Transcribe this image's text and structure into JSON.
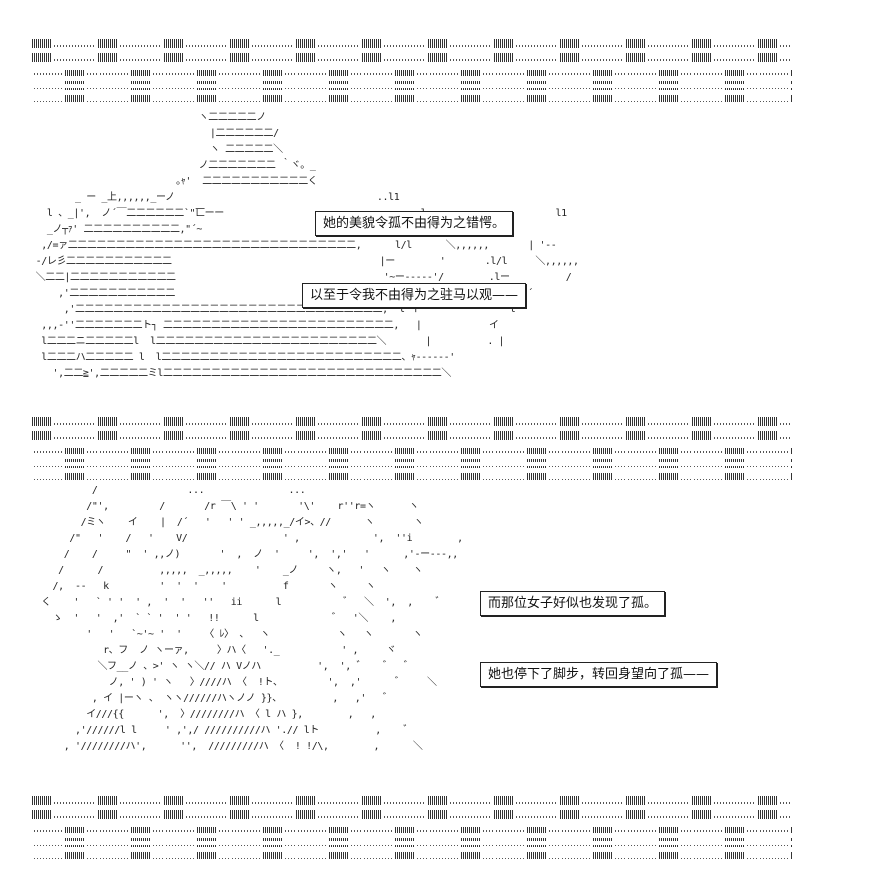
{
  "captions": {
    "c1": "她的美貌令孤不由得为之错愕。",
    "c2": "以至于令我不由得为之驻马以观——",
    "c3": "而那位女子好似也发现了孤。",
    "c4": "她也停下了脚步，转回身望向了孤——"
  },
  "art": {
    "ship": "                              ヽ二二二二二ノ\n                                |二二二二二二/\n                                ヽ 二二二二二＼\n                              ノ二二二二二二二 ｀ヾ。_\n                          ｡ｬ'  二二二二二二二二二二二く\n        _ ー _上,,,,,,_ーノ                                    ..l1\n   l 、_|',  ノ´￣二二二二二二`\"匸ーー                                 .:l                       l1\n   _ノ┬ｧ' 二二二二二二二二二二,\"´~                           | '--                  .l\n  ,/=ァ二二二二二二二二二二二二二二二二二二二二二二二二二二二二二二,      l/l      ＼,,,,,,       | '--\n -/レ彡二二二二二二二二二二二                                     |ー        '       .l/l     ＼,,,,,,\n ＼二二|二二二二二二二二二二二                                     '~ー-----'/        .lー          /\n     ,'二二二二二二二二二二二                                                    ,lj\"ー-----´\n      ,'二二二二二二二二二二二二二二二二二二二二二二二二二二二二二二二二,  l イ                l\n  ,,,-''二二二二二二二ト┐ 二二二二二二二二二二二二二二二二二二二二二二二二,   |            イ\n  l二二二ニ二二二二二l  l二二二二二二二二二二二二二二二二二二二二二二二＼       |          . |\n  l二二二ハ二二二二二 l  l二二二二二二二二二二二二二二二二二二二二二二二二二、ｬ------'\n    ',二二≧',二二二二二ミl二二二二二二二二二二二二二二二二二二二二二二二二二二二二二＼",
    "girl": "           /                ...               ...\n          /\"',         /       /r ￣\\ ' '       '\\'    r''r=ヽ      ヽ\n         /ミヽ    イ    |  /´   '   ' ' _,,,,,_/イ>、//      ヽ       ヽ\n       /\"   '    /   '    V/                 ' ,             ',  ''i        ,\n      /    /     \"  ' ,,ノ)       '  ,  ノ  '     ',  ','   '      ,'-ー---,,\n     /      /          ,,,,,  _,,,,,    '    _ノ     ヽ,   '   ヽ    ヽ\n    /,  --   k         '  '  '    '          f       ヽ     ヽ\n  く    '   ` ' '  ' ,  '  '   ''   ii      l           ゛  ＼  ',  ,    ゛\n    ゝ  '   '  ,'  ` ` '  ' '   !!      l             ゛  '＼    ,\n          '   '   `~'~ '  '    〈 ﾚ〉 、  ヽ            ヽ   ヽ       ヽ\n             r、フ  ノ ヽーァ,     〉ハ〈   '._           ' ,     ヾ\n            ＼フ__ノ 、>' ヽ ヽ＼// ハ Vノハ          ',  ', ゛   ゛  ゛\n              ノ, ' ) ' ヽ   〉////ハ 〈  !ト、        ',  ,'      ゛    ＼\n           , イ |ーヽ 、 ヽヽ//////ハヽノノ }}、         ,   ,'   ゛\n          イ///{{      ',  〉////////ハ 〈 l ハ },        ,   ,\n        ,'//////l l     ' ,',/ //////////ハ '.// lト          ,    ゛\n      , '////////ハ',      '',  /////////ハ 〈  ! !/\\,        ,      ＼"
  }
}
